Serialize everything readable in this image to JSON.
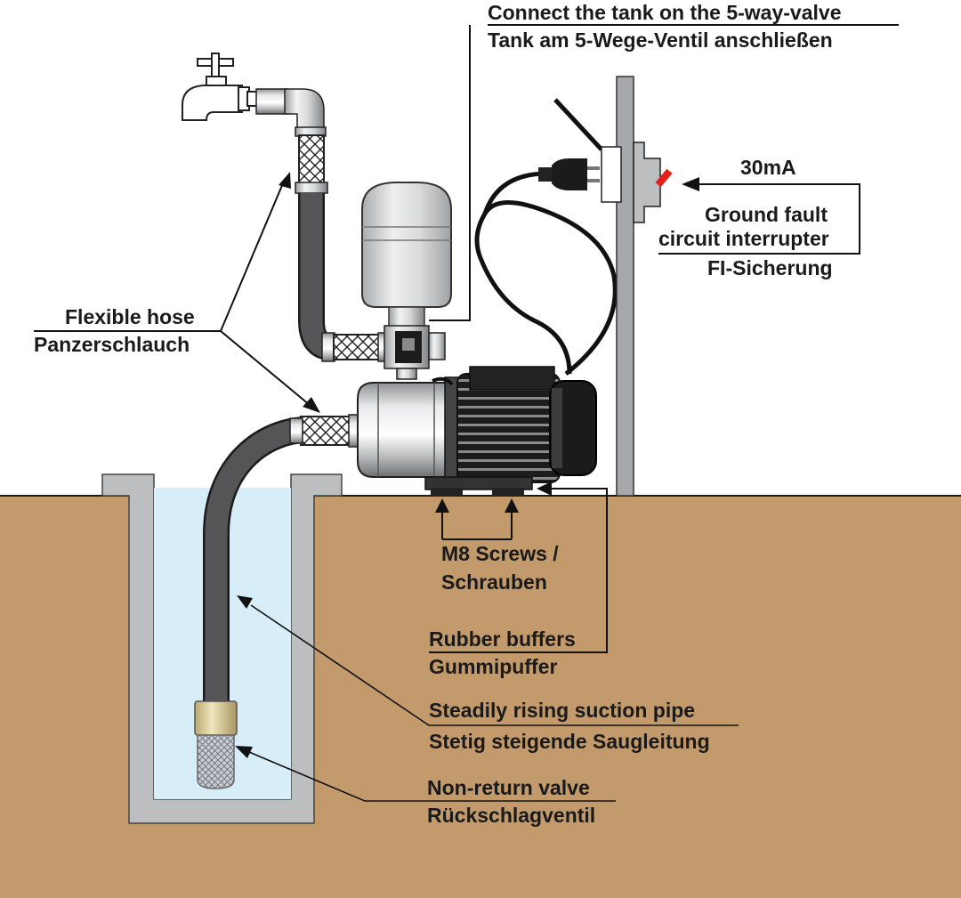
{
  "labels": {
    "tank_connection_en": "Connect the tank on the 5-way-valve",
    "tank_connection_de": "Tank am 5-Wege-Ventil anschließen",
    "rcd_rating": "30mA",
    "rcd_line1": "Ground fault",
    "rcd_line2": "circuit interrupter",
    "rcd_de": "FI-Sicherung",
    "hose_en": "Flexible hose",
    "hose_de": "Panzerschlauch",
    "screws_line1": "M8 Screws /",
    "screws_line2": "Schrauben",
    "buffers_en": "Rubber buffers",
    "buffers_de": "Gummipuffer",
    "suction_en": "Steadily rising suction pipe",
    "suction_de": "Stetig steigende Saugleitung",
    "valve_en": "Non-return valve",
    "valve_de": "Rückschlagventil"
  },
  "colors": {
    "ground": "#c39a6b",
    "well_wall": "#bcbec0",
    "water": "#d7edf8",
    "hose": "#4b4b4d",
    "motor": "#1e1e1e",
    "steel": "#c9cacc",
    "warning_red": "#e32119"
  }
}
